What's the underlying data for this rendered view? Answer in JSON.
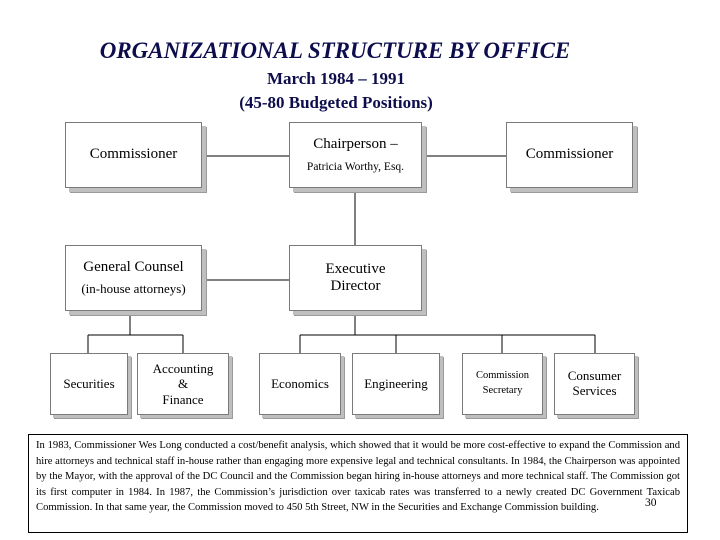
{
  "header": {
    "title": "ORGANIZATIONAL STRUCTURE BY OFFICE",
    "subtitle_date": "March 1984 – 1991",
    "subtitle_positions": "(45-80 Budgeted Positions)"
  },
  "top_row": {
    "commissioner_left": "Commissioner",
    "chairperson_title": "Chairperson –",
    "chairperson_name": "Patricia Worthy, Esq.",
    "commissioner_right": "Commissioner"
  },
  "middle_row": {
    "general_counsel": "General Counsel",
    "general_counsel_note": "(in-house attorneys)",
    "executive_line1": "Executive",
    "executive_line2": "Director"
  },
  "bottom_row": {
    "securities": "Securities",
    "accounting_l1": "Accounting",
    "accounting_l2": "&",
    "accounting_l3": "Finance",
    "economics": "Economics",
    "engineering": "Engineering",
    "comm_sec_l1": "Commission",
    "comm_sec_l2": "Secretary",
    "consumer_l1": "Consumer",
    "consumer_l2": "Services"
  },
  "footer": {
    "paragraph": "In 1983, Commissioner Wes Long conducted a cost/benefit analysis, which showed that it would be more cost-effective to expand the Commission and hire attorneys and technical staff in-house rather than engaging more expensive legal and technical consultants. In 1984, the Chairperson was appointed by the Mayor, with the approval of the DC Council and the Commission began hiring in-house attorneys and more technical staff. The Commission got its first computer in 1984. In 1987, the Commission’s jurisdiction over taxicab rates was transferred to a newly created DC Government Taxicab Commission. In that same year, the Commission moved to 450 5th Street, NW in the Securities and Exchange Commission building.",
    "page_number": "30"
  }
}
